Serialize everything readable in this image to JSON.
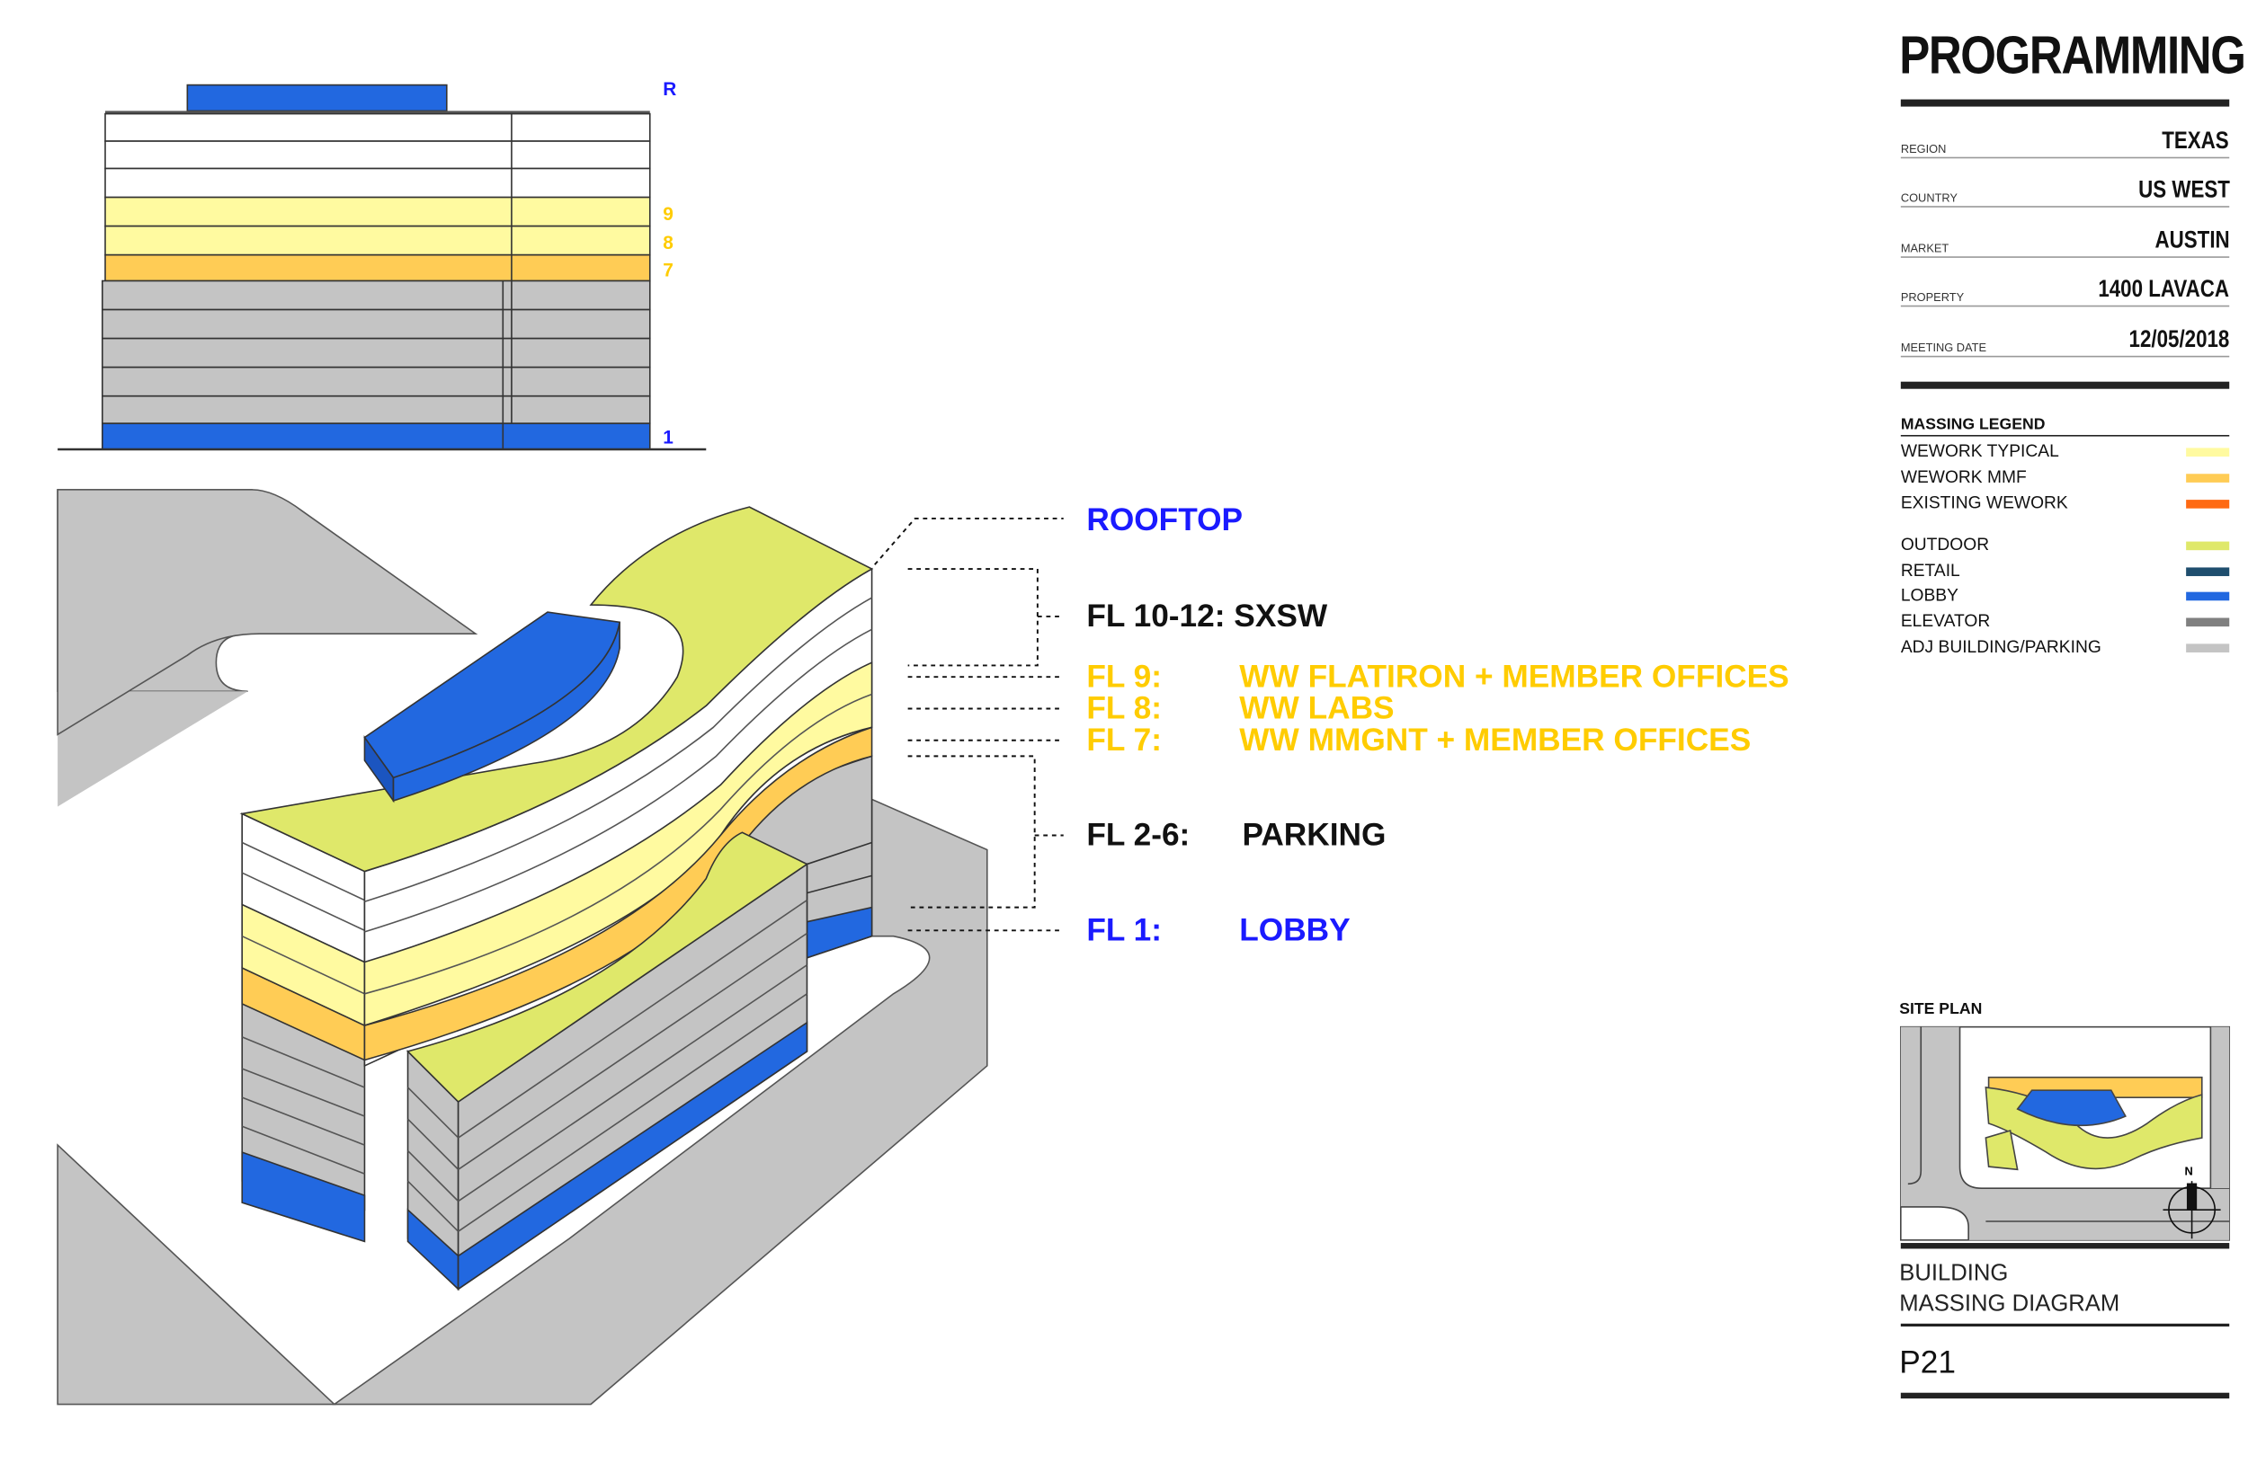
{
  "title": "PROGRAMMING",
  "info": [
    {
      "key": "REGION",
      "value": "TEXAS"
    },
    {
      "key": "COUNTRY",
      "value": "US WEST"
    },
    {
      "key": "MARKET",
      "value": "AUSTIN"
    },
    {
      "key": "PROPERTY",
      "value": "1400 LAVACA"
    },
    {
      "key": "MEETING DATE",
      "value": "12/05/2018"
    }
  ],
  "legend": {
    "title": "MASSING LEGEND",
    "items": [
      {
        "label": "WEWORK TYPICAL",
        "color": "#fffaa0"
      },
      {
        "label": "WEWORK MMF",
        "color": "#ffcc55"
      },
      {
        "label": "EXISTING WEWORK",
        "color": "#ff6a13"
      },
      {
        "label": "OUTDOOR",
        "color": "#dfe86a"
      },
      {
        "label": "RETAIL",
        "color": "#1f4e6e"
      },
      {
        "label": "LOBBY",
        "color": "#2268e0"
      },
      {
        "label": "ELEVATOR",
        "color": "#808080"
      },
      {
        "label": "ADJ BUILDING/PARKING",
        "color": "#c4c4c4"
      }
    ]
  },
  "elevation_labels": {
    "roof": "R",
    "fl9": "9",
    "fl8": "8",
    "fl7": "7",
    "fl1": "1"
  },
  "callouts": {
    "rooftop": "ROOFTOP",
    "fl10_12": "FL 10-12: SXSW",
    "fl9_floor": "FL 9:",
    "fl9_use": "WW FLATIRON + MEMBER OFFICES",
    "fl8_floor": "FL 8:",
    "fl8_use": "WW LABS",
    "fl7_floor": "FL 7:",
    "fl7_use": "WW MMGNT + MEMBER OFFICES",
    "fl2_6_floor": "FL 2-6:",
    "fl2_6_use": "PARKING",
    "fl1_floor": "FL 1:",
    "fl1_use": "LOBBY"
  },
  "site_plan": {
    "title": "SITE PLAN",
    "north": "N"
  },
  "sheet": {
    "line1": "BUILDING",
    "line2": "MASSING DIAGRAM",
    "number": "P21"
  },
  "colors": {
    "blue_label": "#1a1aff",
    "gold_label": "#ffcc00",
    "lobby": "#2268e0",
    "outdoor": "#dfe86a",
    "typical": "#fffaa0",
    "mmf": "#ffcc55",
    "parking": "#c4c4c4"
  }
}
